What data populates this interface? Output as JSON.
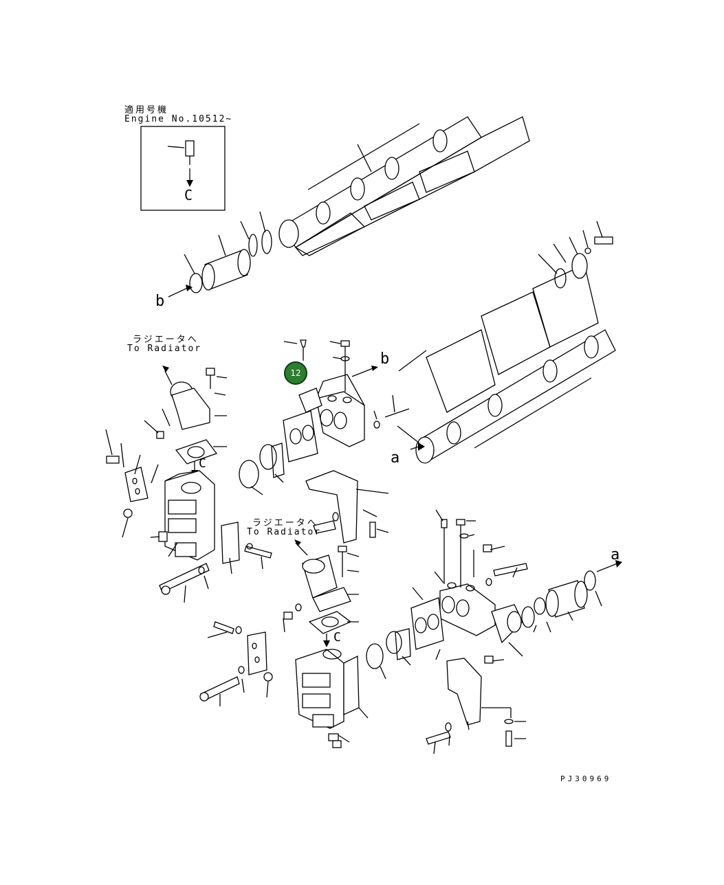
{
  "inset": {
    "title_jp": "適用号機",
    "title_en": "Engine No.10512~",
    "ref_letter": "C"
  },
  "radiator_label_1": {
    "jp": "ラジエータへ",
    "en": "To Radiator"
  },
  "radiator_label_2": {
    "jp": "ラジエータへ",
    "en": "To Radiator"
  },
  "ref_letters": {
    "a1": "a",
    "a2": "a",
    "b1": "b",
    "b2": "b",
    "c1": "C",
    "c2": "C"
  },
  "callout_badge": {
    "number": "12",
    "color": "#2e7d32"
  },
  "drawing_code": "PJ30969"
}
